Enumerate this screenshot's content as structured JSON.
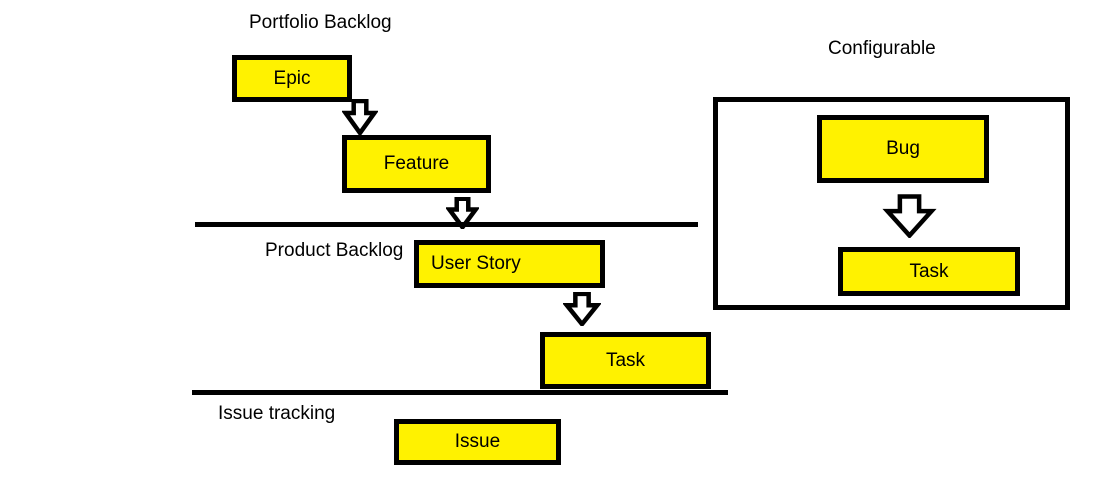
{
  "diagram": {
    "labels": {
      "portfolio_backlog": "Portfolio Backlog",
      "product_backlog": "Product Backlog",
      "issue_tracking": "Issue tracking",
      "configurable": "Configurable"
    },
    "nodes": {
      "epic": {
        "label": "Epic"
      },
      "feature": {
        "label": "Feature"
      },
      "user_story": {
        "label": "User Story"
      },
      "task_product": {
        "label": "Task"
      },
      "issue": {
        "label": "Issue"
      },
      "bug": {
        "label": "Bug"
      },
      "task_configurable": {
        "label": "Task"
      }
    },
    "colors": {
      "node_fill": "#FFF200",
      "node_border": "#000000",
      "text": "#000000",
      "canvas": "#FFFFFF"
    }
  }
}
